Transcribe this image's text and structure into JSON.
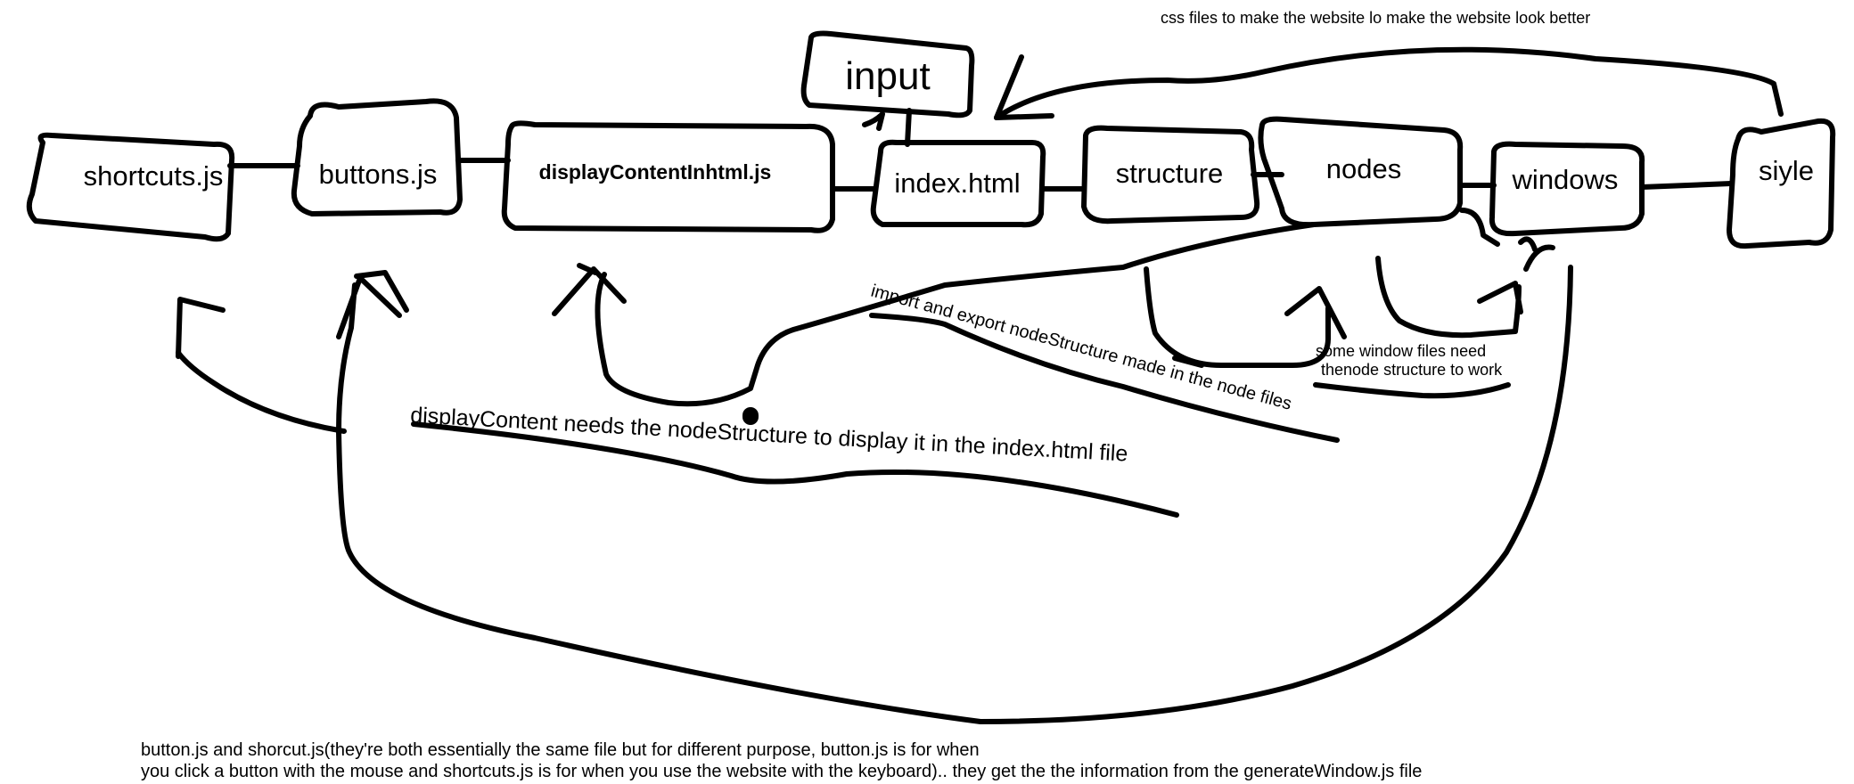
{
  "boxes": {
    "shortcuts": "shortcuts.js",
    "buttons": "buttons.js",
    "display": "displayContentInhtml.js",
    "input": "input",
    "index": "index.html",
    "structure": "structure",
    "nodes": "nodes",
    "windows": "windows",
    "style": "siyle"
  },
  "notes": {
    "css": "css files to make the website lo make the website look better",
    "import_export": "import and export nodeStructure made in the node files",
    "window_files_1": "some window files need",
    "window_files_2": "thenode structure to work",
    "display_content": "displayContent needs the nodeStructure to display it in the index.html file",
    "bottom_1": "button.js and shorcut.js(they're both essentially the same file but for different purpose, button.js is for when",
    "bottom_2": "you click a button with the mouse and shortcuts.js is for when you use the website with the keyboard).. they get the the information from the generateWindow.js file"
  }
}
